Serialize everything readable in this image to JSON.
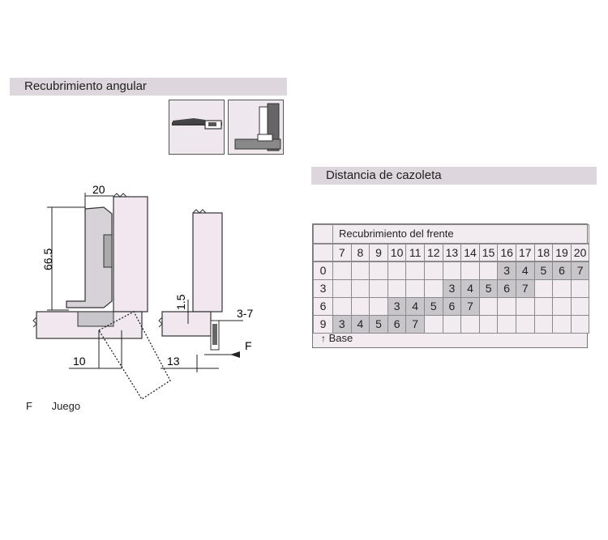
{
  "sections": {
    "angular_title": "Recubrimiento angular",
    "cazoleta_title": "Distancia de cazoleta"
  },
  "dimensions": {
    "width": "20",
    "height": "66.5",
    "left_offset": "10",
    "gap_right": "13",
    "reveal": "1.5",
    "range": "3-7",
    "f_label": "F"
  },
  "legend": {
    "key": "F",
    "text": "Juego"
  },
  "table": {
    "header_title": "Recubrimiento del frente",
    "columns": [
      "7",
      "8",
      "9",
      "10",
      "11",
      "12",
      "13",
      "14",
      "15",
      "16",
      "17",
      "18",
      "19",
      "20"
    ],
    "rows": [
      {
        "base": "0",
        "filled": {
          "16": "3",
          "17": "4",
          "18": "5",
          "19": "6",
          "20": "7"
        }
      },
      {
        "base": "3",
        "filled": {
          "13": "3",
          "14": "4",
          "15": "5",
          "16": "6",
          "17": "7"
        }
      },
      {
        "base": "6",
        "filled": {
          "10": "3",
          "11": "4",
          "12": "5",
          "13": "6",
          "14": "7"
        }
      },
      {
        "base": "9",
        "filled": {
          "7": "3",
          "8": "4",
          "9": "5",
          "10": "6",
          "11": "7"
        }
      }
    ],
    "footer_label": "Base",
    "colors": {
      "filled": "#c9c6cb",
      "empty": "#f2ecf1",
      "grid": "#8a8a8a"
    }
  }
}
